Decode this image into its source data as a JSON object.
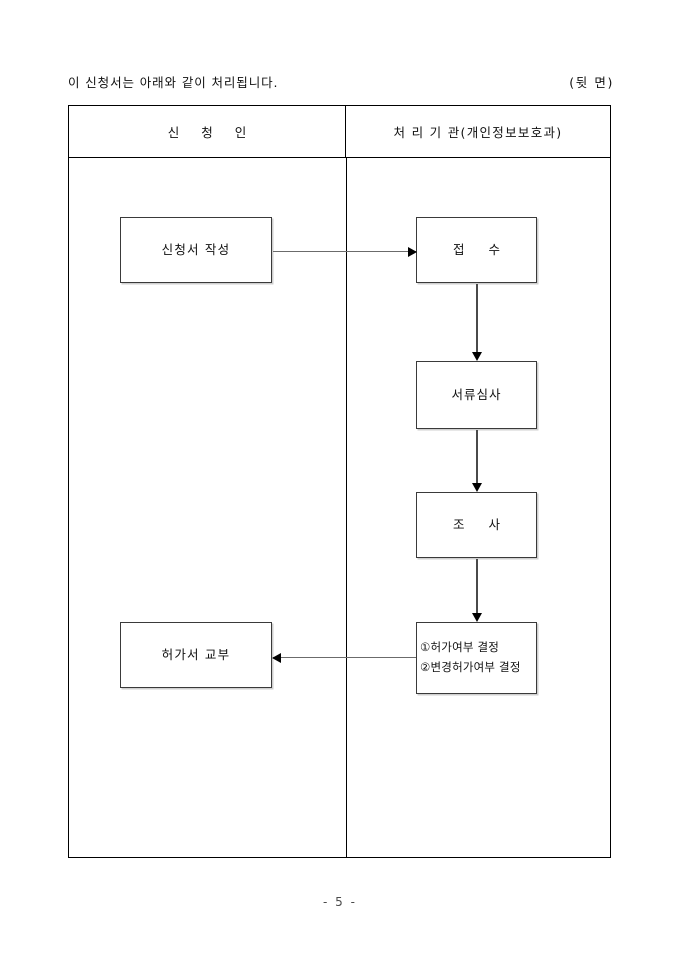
{
  "document": {
    "intro_text": "이 신청서는 아래와 같이 처리됩니다.",
    "side_note": "(뒷 면)",
    "page_footer": "- 5 -"
  },
  "flowchart": {
    "columns": [
      {
        "id": "applicant",
        "header": "신   청   인"
      },
      {
        "id": "agency",
        "header": "처 리 기 관(개인정보보호과)"
      }
    ],
    "nodes": {
      "apply": {
        "label": "신청서 작성",
        "column": "applicant"
      },
      "receipt": {
        "label": "접   수",
        "column": "agency"
      },
      "review": {
        "label": "서류심사",
        "column": "agency"
      },
      "inspect": {
        "label": "조   사",
        "column": "agency"
      },
      "decide": {
        "line1": "①허가여부 결정",
        "line2": "②변경허가여부 결정",
        "column": "agency"
      },
      "issue": {
        "label": "허가서 교부",
        "column": "applicant"
      }
    },
    "connectors": [
      {
        "id": "apply-to-receipt",
        "direction": "right"
      },
      {
        "id": "receipt-to-review",
        "direction": "down"
      },
      {
        "id": "review-to-inspect",
        "direction": "down"
      },
      {
        "id": "inspect-to-decide",
        "direction": "down"
      },
      {
        "id": "decide-to-issue",
        "direction": "left"
      }
    ]
  },
  "colors": {
    "page_background": "#ffffff",
    "text": "#111111",
    "table_border": "#000000",
    "box_border": "#3a3a3a",
    "box_shadow": "#cfcfcf",
    "connector_line": "#6b6b6b",
    "arrow_head": "#000000",
    "footer_text": "#4a4a4a"
  }
}
